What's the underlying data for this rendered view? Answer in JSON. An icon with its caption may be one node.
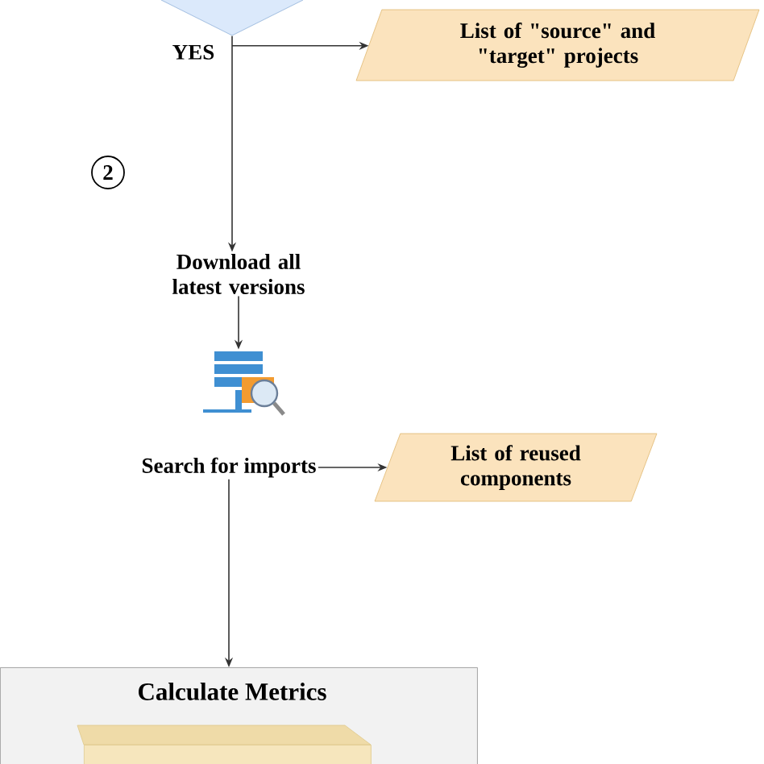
{
  "diagram": {
    "nodes": [
      {
        "text": [],
        "shape": "diamond"
      },
      {
        "text": [
          "List of \"source\" and \"target\" projects"
        ]
      },
      {
        "text": [
          "Download all latest versions"
        ]
      },
      {
        "text": [],
        "shape": "server"
      },
      {
        "text": [
          "Search for imports"
        ]
      },
      {
        "text": [
          "List of reused components"
        ]
      },
      {
        "text": [
          "Calculate Metrics"
        ]
      },
      {
        "text": [],
        "shape": "box",
        "in": 6
      }
    ],
    "edges": [
      {
        "from": 0,
        "to": 2,
        "arrow": "to",
        "label": "YES"
      },
      {
        "from": 0,
        "to": 1,
        "arrow": "to"
      },
      {
        "from": 2,
        "to": 3,
        "arrow": "to"
      },
      {
        "from": 4,
        "to": 5,
        "arrow": "to"
      },
      {
        "from": 4,
        "to": 6,
        "arrow": "to"
      }
    ],
    "labels": [
      "2"
    ]
  }
}
